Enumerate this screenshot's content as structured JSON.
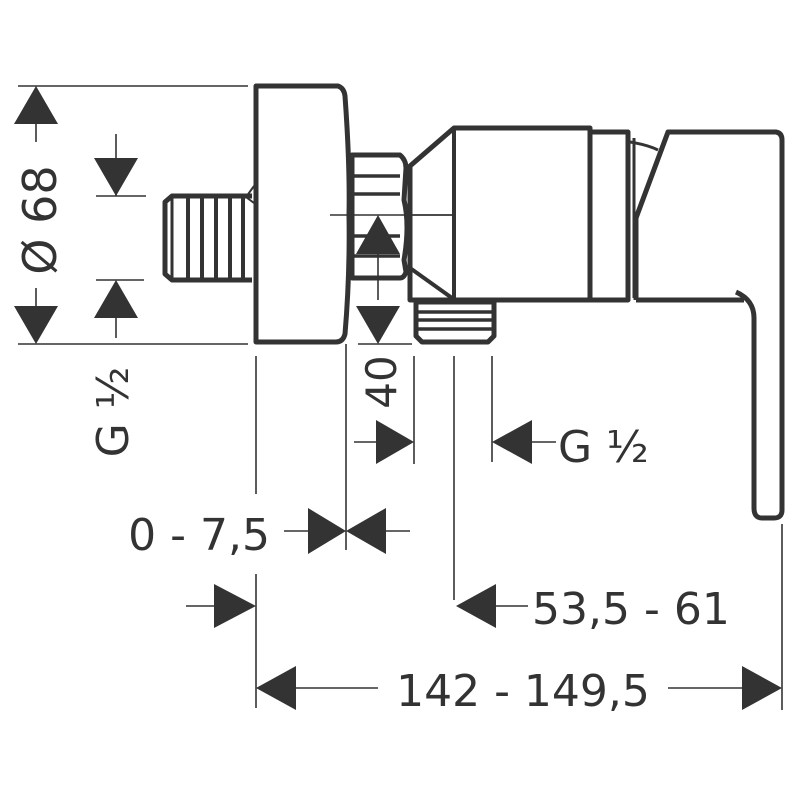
{
  "diagram": {
    "type": "technical-dimension-drawing",
    "subject": "single-lever shower mixer, side view",
    "colors": {
      "line": "#333333",
      "background": "#ffffff"
    },
    "dimensions": {
      "diameter": "Ø 68",
      "thread_left": "G ½",
      "depth_40": "40",
      "thread_right": "G ½",
      "adjust_range": "0 - 7,5",
      "outlet_distance": "53,5 - 61",
      "overall_length": "142 - 149,5"
    }
  }
}
